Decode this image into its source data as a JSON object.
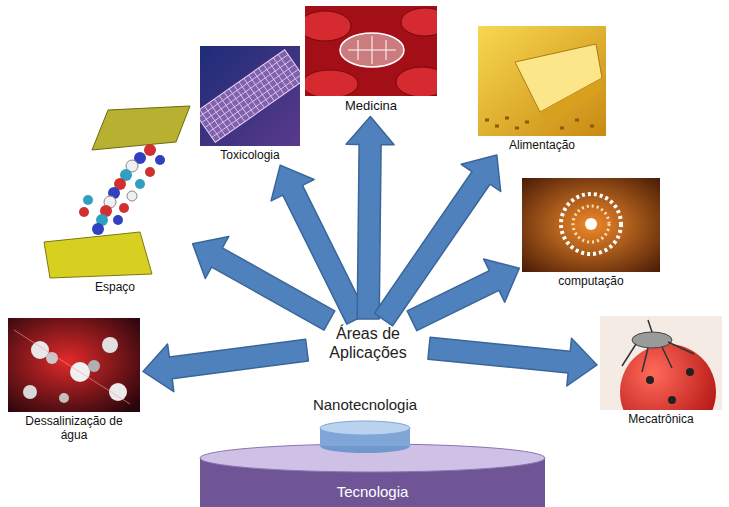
{
  "diagram": {
    "nodes": [
      {
        "text": [
          "Toxicologia"
        ]
      },
      {
        "text": [
          "Medicina"
        ]
      },
      {
        "text": [
          "Alimentação"
        ]
      },
      {
        "text": [
          "computação"
        ]
      },
      {
        "text": [
          "Espaço"
        ]
      },
      {
        "text": [
          "Áreas de Aplicações"
        ]
      },
      {
        "text": [
          "Dessalinização de água"
        ]
      },
      {
        "text": [
          "Mecatrônica"
        ]
      },
      {
        "text": [
          "Nanotecnologia"
        ]
      },
      {
        "text": [
          "Tecnologia"
        ]
      }
    ],
    "edges": [
      {
        "from": 5,
        "to": 0,
        "arrow": "to"
      },
      {
        "from": 5,
        "to": 1,
        "arrow": "to"
      },
      {
        "from": 5,
        "to": 2,
        "arrow": "to"
      },
      {
        "from": 5,
        "to": 3,
        "arrow": "to"
      },
      {
        "from": 5,
        "to": 4,
        "arrow": "to"
      },
      {
        "from": 5,
        "to": 6,
        "arrow": "to"
      },
      {
        "from": 5,
        "to": 7,
        "arrow": "to"
      }
    ]
  }
}
